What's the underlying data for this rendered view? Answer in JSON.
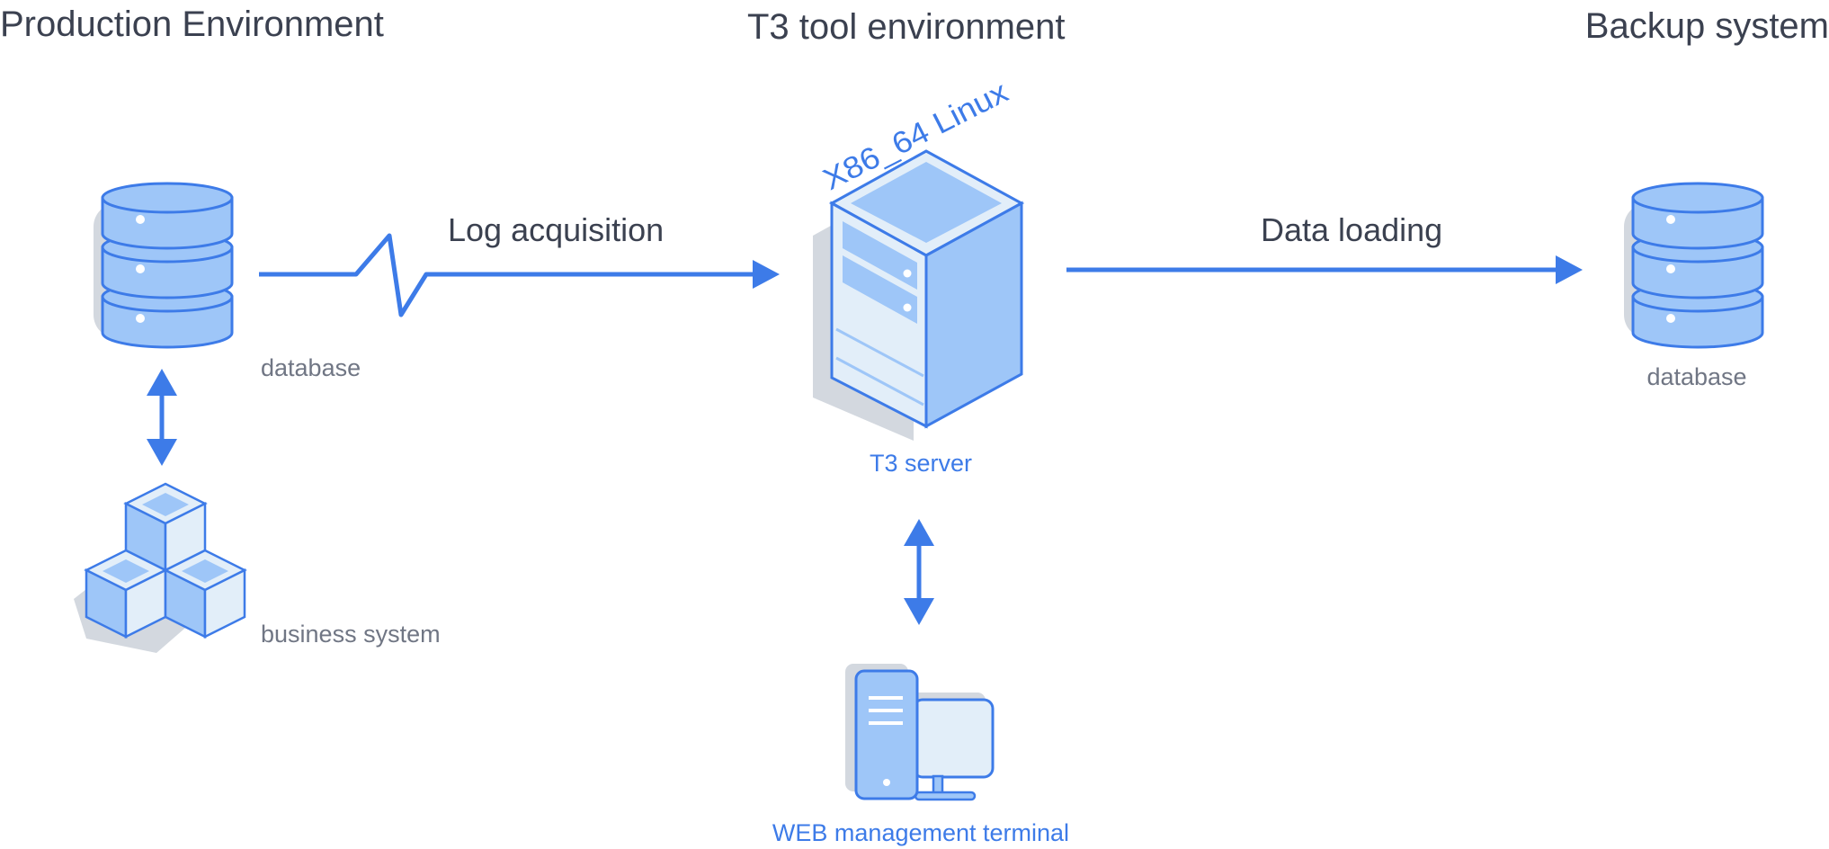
{
  "headings": {
    "production": "Production Environment",
    "t3": "T3 tool environment",
    "backup": "Backup system"
  },
  "flows": {
    "log": "Log acquisition",
    "load": "Data loading"
  },
  "nodes": {
    "prod_db": "database",
    "business": "business system",
    "t3_server": "T3 server",
    "os": "X86_64 Linux",
    "web": "WEB management terminal",
    "backup_db": "database"
  },
  "colors": {
    "accent": "#3d7be8",
    "icon_fill": "#9ec6f8",
    "icon_light": "#e2eef9",
    "icon_shadow": "#d3d8df",
    "heading_text": "#3b4150",
    "label_text": "#707684"
  },
  "icons": [
    "database-icon",
    "business-system-icon",
    "server-icon",
    "computer-icon"
  ]
}
